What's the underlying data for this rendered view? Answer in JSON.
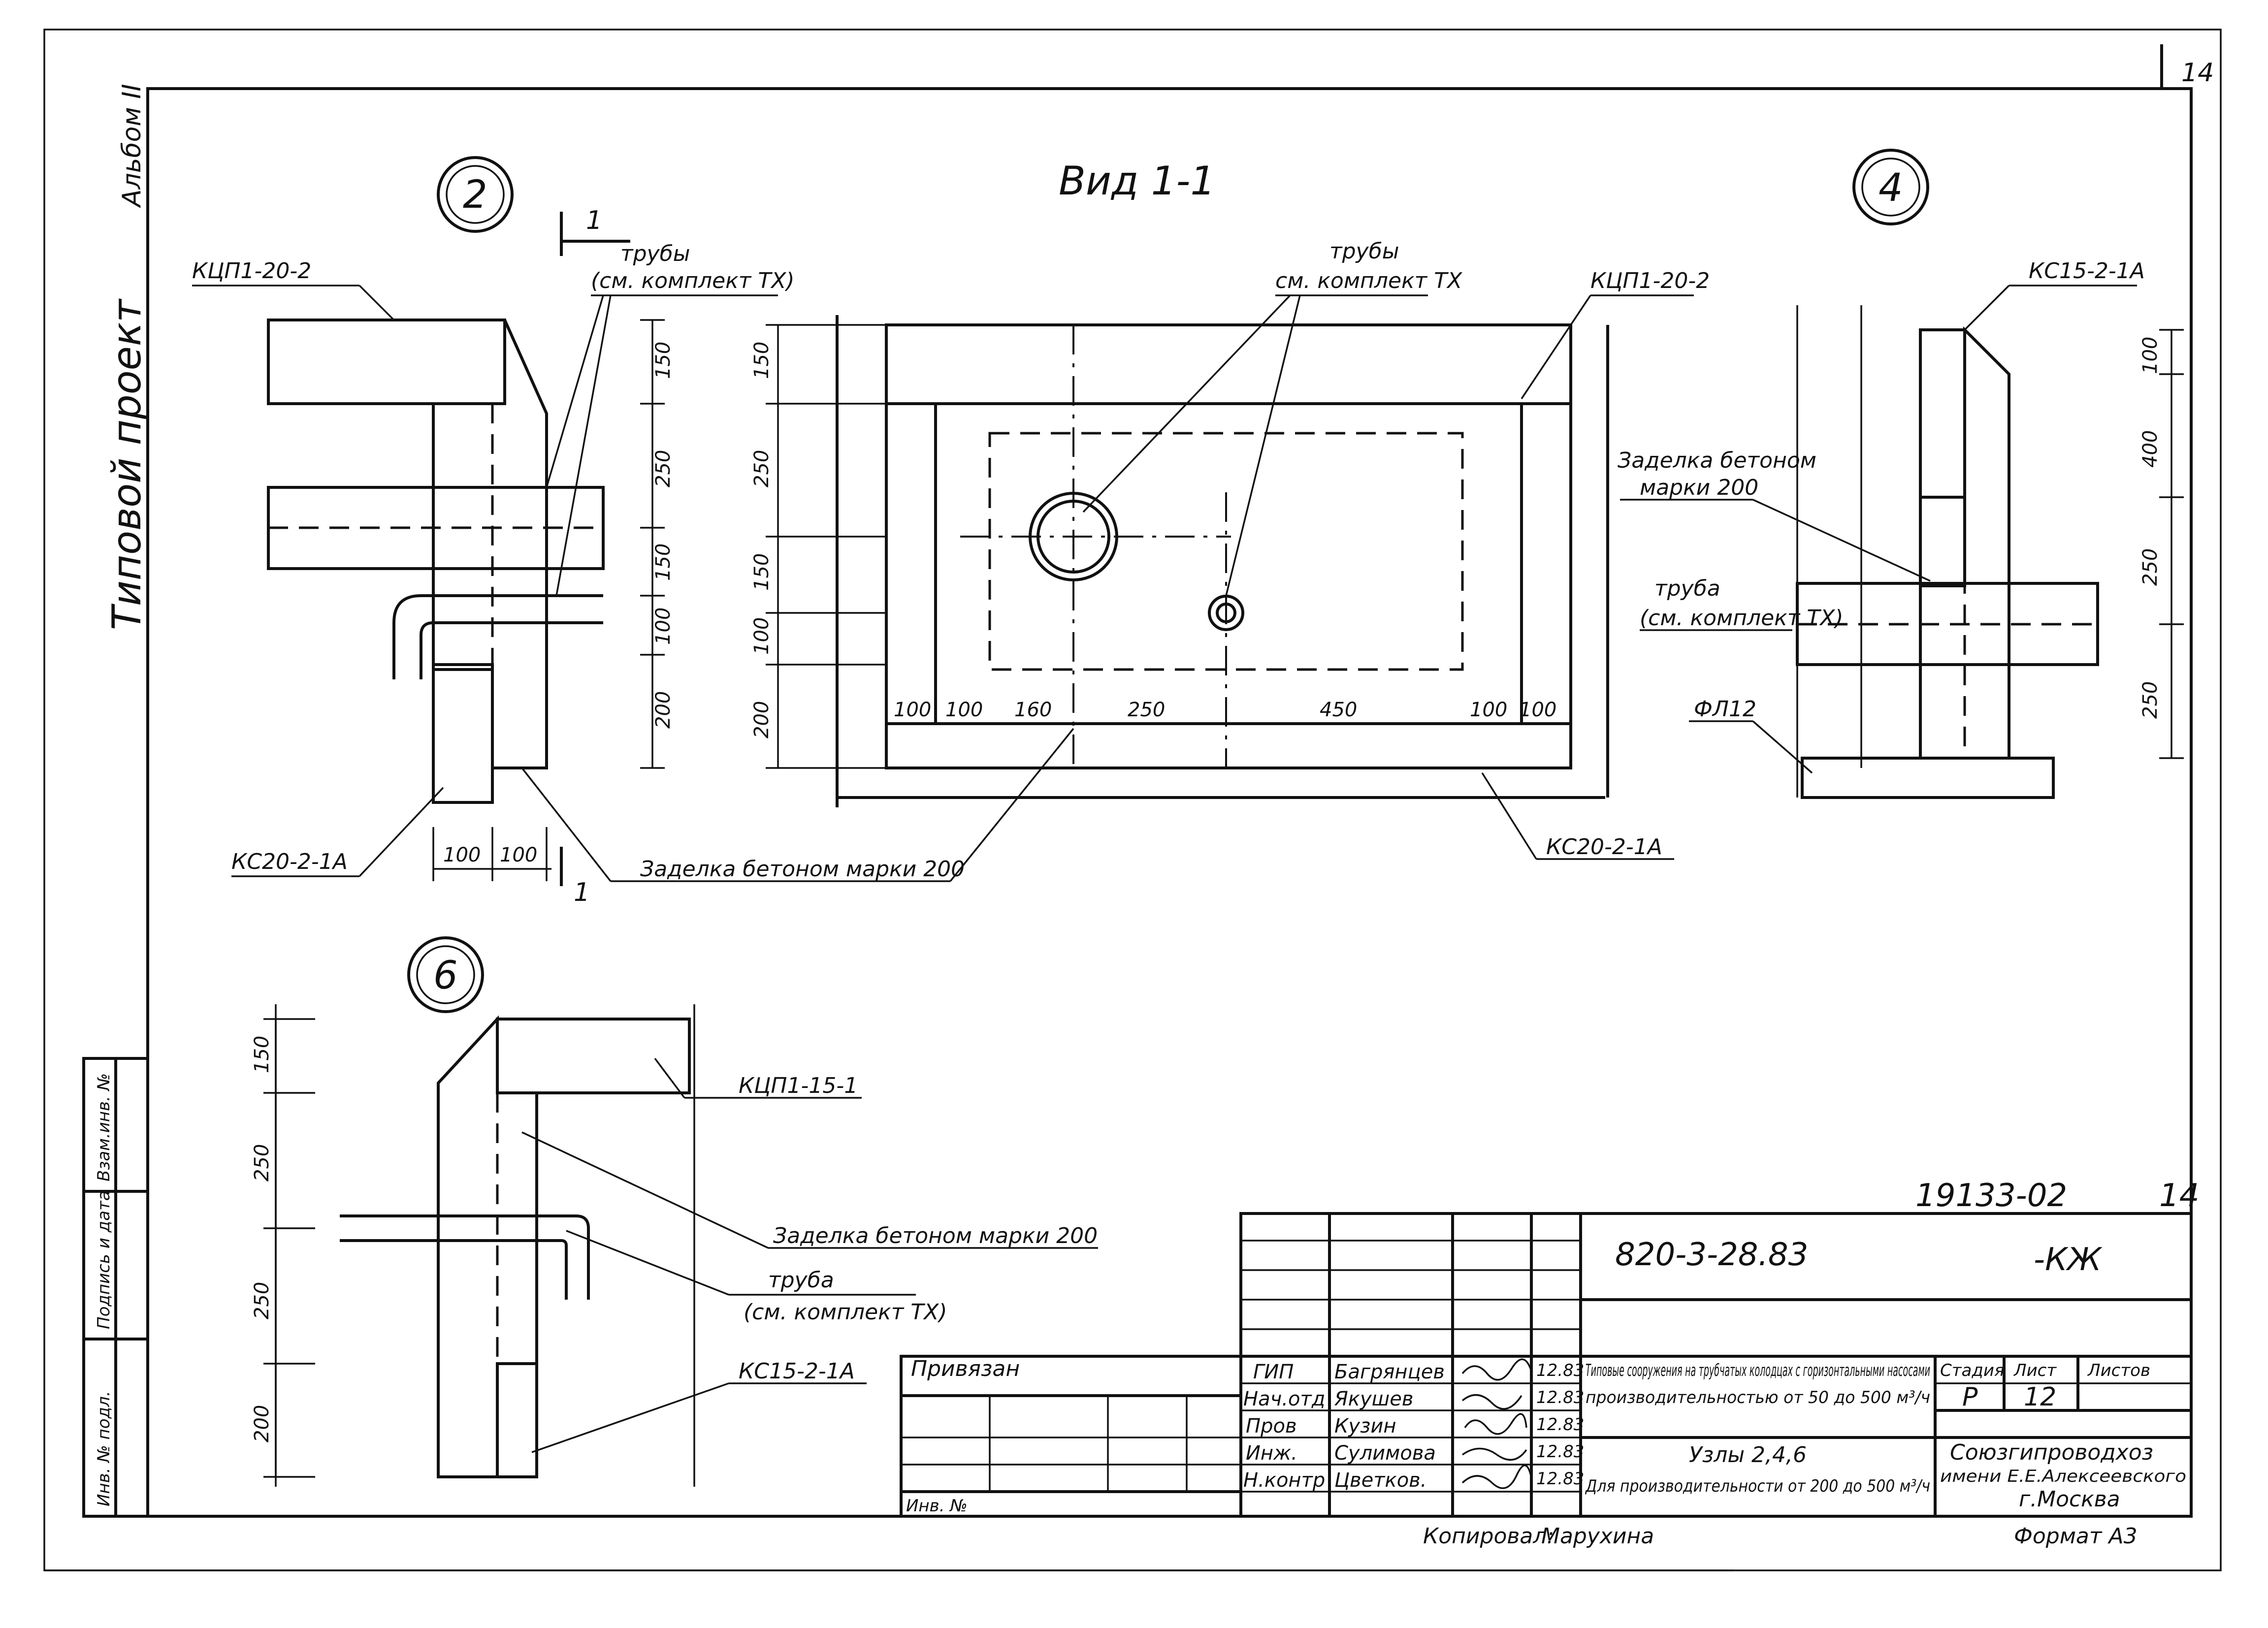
{
  "sheet": {
    "page_number": "14",
    "margin_vertical_album": "Альбом II",
    "margin_vertical_project": "Типовой проект",
    "margin_stamp_labels": [
      "Инв. № подл.",
      "Подпись и дата",
      "Взам.инв. №"
    ]
  },
  "nodes": {
    "node_2": {
      "marker": "2",
      "label_top": "КЦП1-20-2",
      "label_pipes": "трубы",
      "label_pipes_ref": "(см. комплект ТХ)",
      "label_bottom": "КС20-2-1А",
      "section_mark": "1",
      "dims_vertical": [
        "150",
        "250",
        "150",
        "100",
        "200"
      ],
      "dims_horizontal": [
        "100",
        "100"
      ]
    },
    "view_1_1": {
      "title": "Вид 1-1",
      "label_pipes": "трубы",
      "label_pipes_ref": "см. комплект ТХ",
      "label_top_right": "КЦП1-20-2",
      "label_bottom_right": "КС20-2-1А",
      "dims_vertical": [
        "150",
        "250",
        "150",
        "100",
        "200"
      ],
      "dims_horizontal": [
        "100",
        "100",
        "160",
        "250",
        "450",
        "100",
        "100"
      ]
    },
    "concrete_note": "Заделка бетоном марки 200",
    "node_4": {
      "marker": "4",
      "label_top": "КС15-2-1А",
      "label_fill_1": "Заделка бетоном",
      "label_fill_2": "марки 200",
      "label_pipe": "труба",
      "label_pipe_ref": "(см. комплект ТХ)",
      "label_bottom": "ФЛ12",
      "dims_vertical": [
        "100",
        "400",
        "250",
        "250"
      ]
    },
    "node_6": {
      "marker": "6",
      "label_top": "КЦП1-15-1",
      "label_fill": "Заделка бетоном марки 200",
      "label_pipe": "труба",
      "label_pipe_ref": "(см. комплект ТХ)",
      "label_bottom": "КС15-2-1А",
      "dims_vertical": [
        "150",
        "250",
        "250",
        "200"
      ]
    }
  },
  "title_block": {
    "archive_number": "19133-02",
    "archive_sheet": "14",
    "designation": "820-3-28.83",
    "mark": "-КЖ",
    "tied_label": "Привязан",
    "inv_label": "Инв. №",
    "roles": [
      {
        "role": "ГИП",
        "name": "Багрянцев"
      },
      {
        "role": "Нач.отд",
        "name": "Якушев"
      },
      {
        "role": "Пров",
        "name": "Кузин"
      },
      {
        "role": "Инж.",
        "name": "Сулимова"
      },
      {
        "role": "Н.контр",
        "name": "Цветков."
      }
    ],
    "dates": [
      "12.83",
      "12.83",
      "12.83",
      "12.83",
      "12.83"
    ],
    "project_title_1": "Типовые сооружения на трубчатых колодцах с горизонтальными насосами",
    "project_title_2": "производительностью от 50 до 500 м³/ч",
    "sheet_title_1": "Узлы 2,4,6",
    "sheet_title_2": "Для производительности от 200 до 500 м³/ч",
    "stage_header": "Стадия",
    "sheet_header": "Лист",
    "sheets_header": "Листов",
    "stage": "Р",
    "sheet": "12",
    "org_1": "Союзгипроводхоз",
    "org_2": "имени Е.Е.Алексеевского",
    "org_3": "г.Москва",
    "copied_label": "Копировал:",
    "copied_by": "Марухина",
    "format": "Формат А3"
  }
}
